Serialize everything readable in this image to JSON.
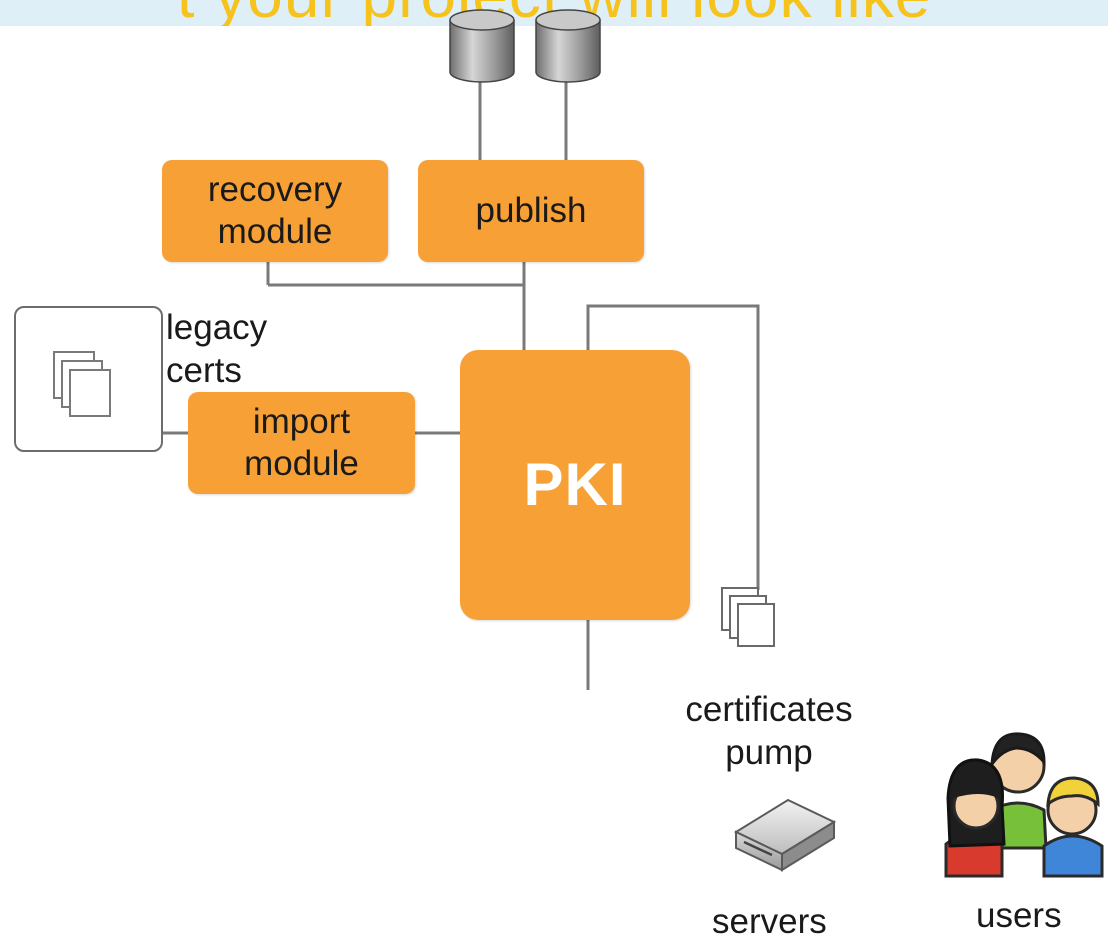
{
  "banner": {
    "text": "t your project will look like"
  },
  "modules": {
    "recovery": "recovery\nmodule",
    "publish": "publish",
    "import": "import\nmodule",
    "pki": "PKI"
  },
  "labels": {
    "legacy": "legacy\ncerts",
    "pump": "certificates\npump",
    "servers": "servers",
    "users": "users"
  },
  "colors": {
    "module": "#f7a035",
    "banner": "#f6c21c",
    "wire": "#7a7a7a"
  },
  "icons": [
    "database-icon",
    "database-icon",
    "documents-stack-icon",
    "documents-stack-icon",
    "server-icon",
    "users-icon"
  ]
}
